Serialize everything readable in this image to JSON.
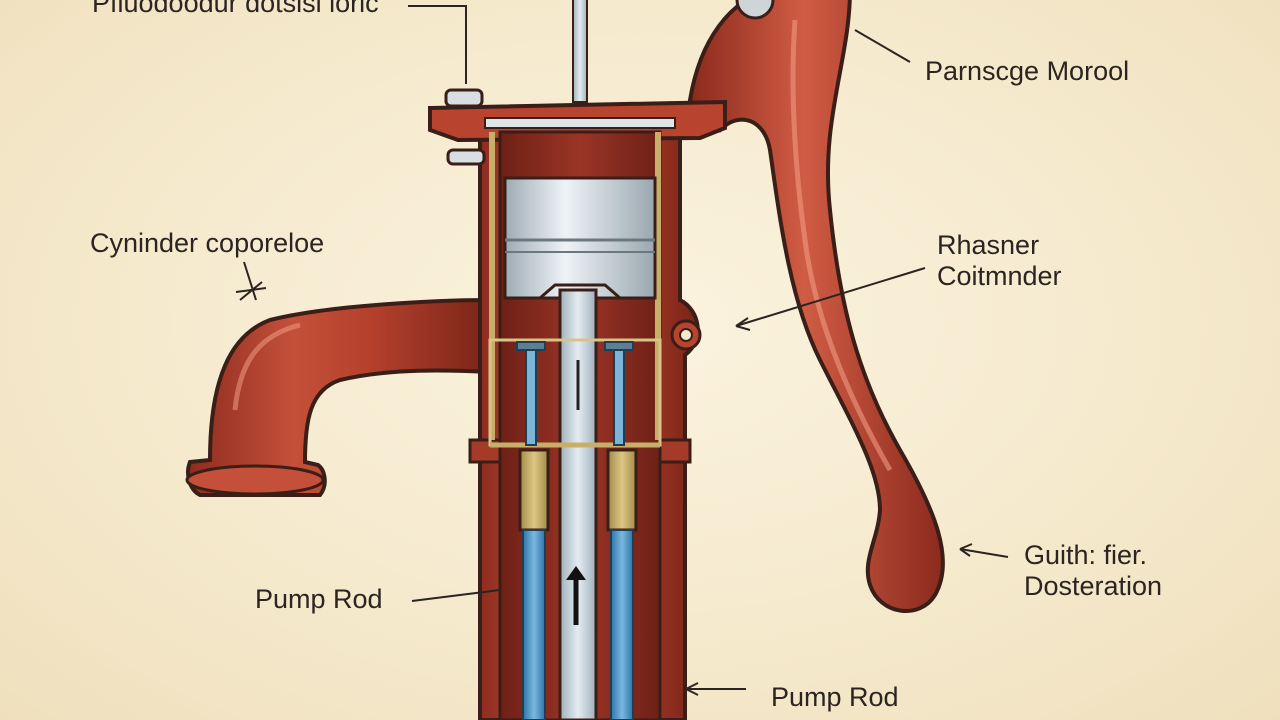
{
  "labels": {
    "top_left": "Pfiuodoodur dotsisi ioric",
    "cylinder": "Cyninder coporeloe",
    "handle": "Parnscge Morool",
    "right_mid_1": "Rhasner",
    "right_mid_2": "Coitmnder",
    "pump_rod_left": "Pump Rod",
    "right_low_1": "Guith: fier.",
    "right_low_2": "Dosteration",
    "pump_rod_bottom": "Pump Rod"
  },
  "colors": {
    "background": "#f5e9cc",
    "pump_body": "#b8432f",
    "pump_shadow": "#7e2418",
    "pump_highlight": "#e07a5f",
    "piston": "#cfd8de",
    "rod": "#b9c7d0",
    "water_pipe": "#4f97c9",
    "brass": "#c8ae68",
    "outline": "#3a1e18"
  }
}
